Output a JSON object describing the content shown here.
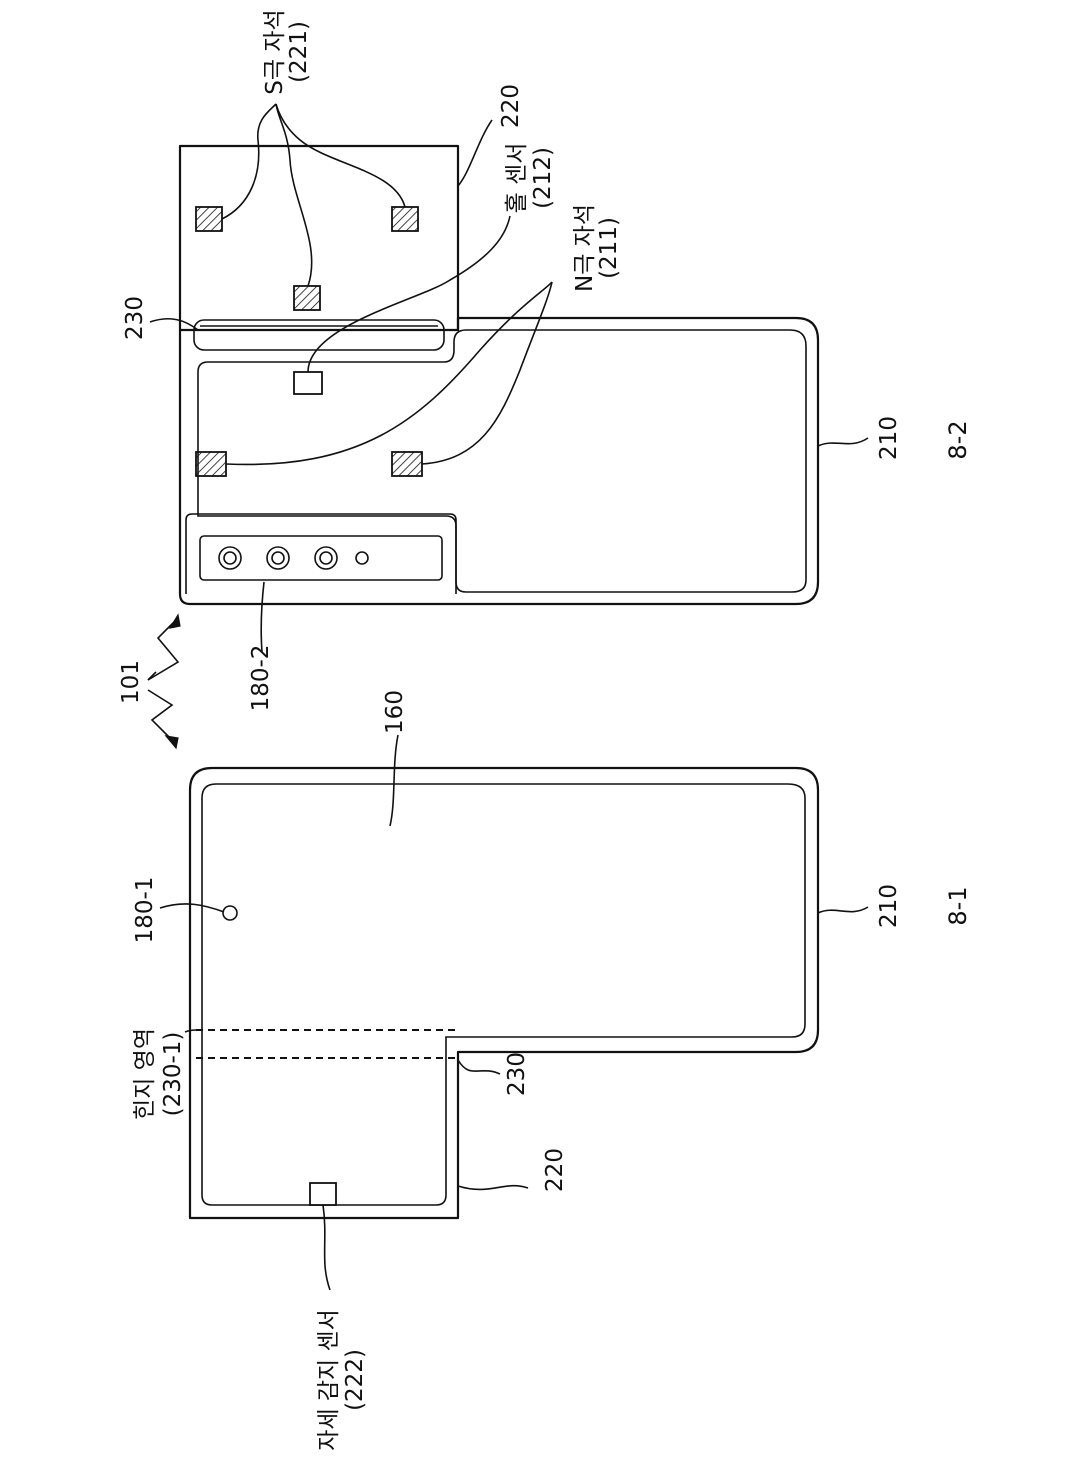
{
  "figure_labels": {
    "fig_8_1": "8-1",
    "fig_8_2": "8-2"
  },
  "reference_labels": {
    "device_101": "101",
    "display_160": "160",
    "camera_180_1": "180-1",
    "camera_module_180_2": "180-2",
    "first_housing_210_left": "210",
    "first_housing_210_right": "210",
    "second_housing_220_left": "220",
    "second_housing_220_right": "220",
    "hinge_230_left": "230",
    "hinge_230_right": "230"
  },
  "annotations": {
    "hinge_area_line1": "힌지 영역",
    "hinge_area_line2": "(230-1)",
    "posture_sensor_line1": "자세 감지 센서",
    "posture_sensor_line2": "(222)",
    "s_magnet_line1": "S극 자석",
    "s_magnet_line2": "(221)",
    "hall_sensor_line1": "홀 센서",
    "hall_sensor_line2": "(212)",
    "n_magnet_line1": "N극 자석",
    "n_magnet_line2": "(211)"
  }
}
